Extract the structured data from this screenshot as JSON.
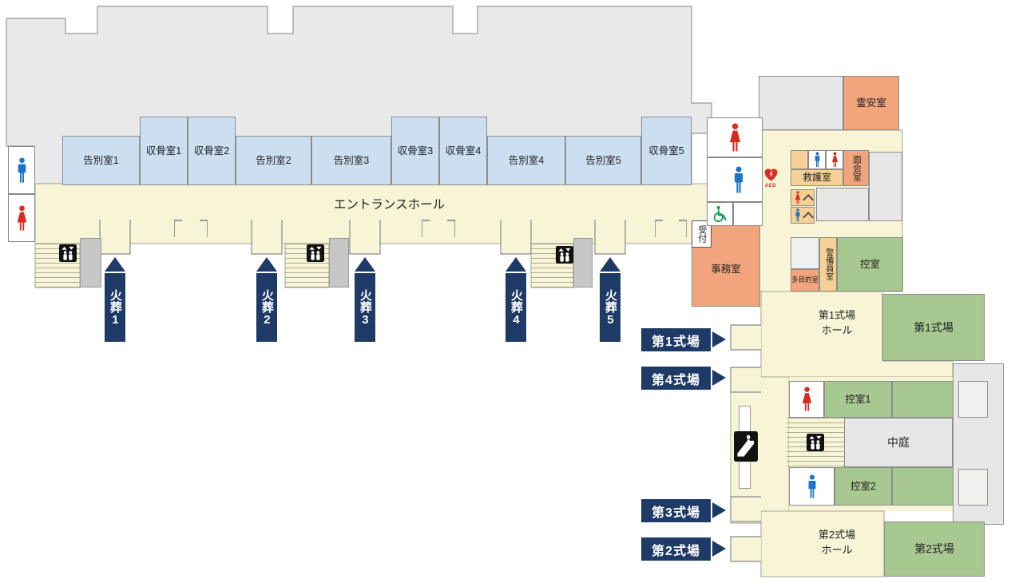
{
  "colors": {
    "corridor_cream": "#f8f4d6",
    "room_blue": "#cbdff1",
    "room_green": "#a8c892",
    "room_orange": "#f2a47c",
    "room_tan": "#f6d095",
    "backyard_gray": "#e9e9e9",
    "sign_navy": "#1e3a66",
    "male_blue": "#1d74c9",
    "female_red": "#d92b20",
    "wheelchair_green": "#11a04e"
  },
  "entrance_hall": "エントランスホール",
  "top_rooms": [
    "告別室1",
    "収骨室1",
    "収骨室2",
    "告別室2",
    "告別室3",
    "収骨室3",
    "収骨室4",
    "告別室4",
    "告別室5",
    "収骨室5"
  ],
  "cremation_banners": [
    "火葬1",
    "火葬2",
    "火葬3",
    "火葬4",
    "火葬5"
  ],
  "nav_labels": [
    "第1式場",
    "第4式場",
    "第3式場",
    "第2式場"
  ],
  "rooms": {
    "reianshitsu": "霊安室",
    "kyugoshitsu": "救護室",
    "menkaishitsu": "面会室",
    "uketsuke": "受付",
    "jimushitsu": "事務室",
    "tamokutekishitsu": "多目的室",
    "keibiinshitsu": "警備員室",
    "hikaeshitsu": "控室",
    "dai1_shikijo_hall": "第1式場\nホール",
    "dai1_shikijo": "第1式場",
    "hikaeshitsu1": "控室1",
    "nakaniwa": "中庭",
    "hikaeshitsu2": "控室2",
    "dai2_shikijo_hall": "第2式場\nホール",
    "dai2_shikijo": "第2式場"
  },
  "aed_label": "AED",
  "icons": {
    "male_toilet": "male-person-icon",
    "female_toilet": "female-person-icon",
    "wheelchair": "wheelchair-icon",
    "aed": "aed-heart-icon",
    "elevator": "elevator-icon",
    "escalator": "escalator-icon",
    "powder_caret": "chevron-icon",
    "cremation_arrow": "up-triangle-icon",
    "nav_arrow": "right-triangle-icon"
  }
}
